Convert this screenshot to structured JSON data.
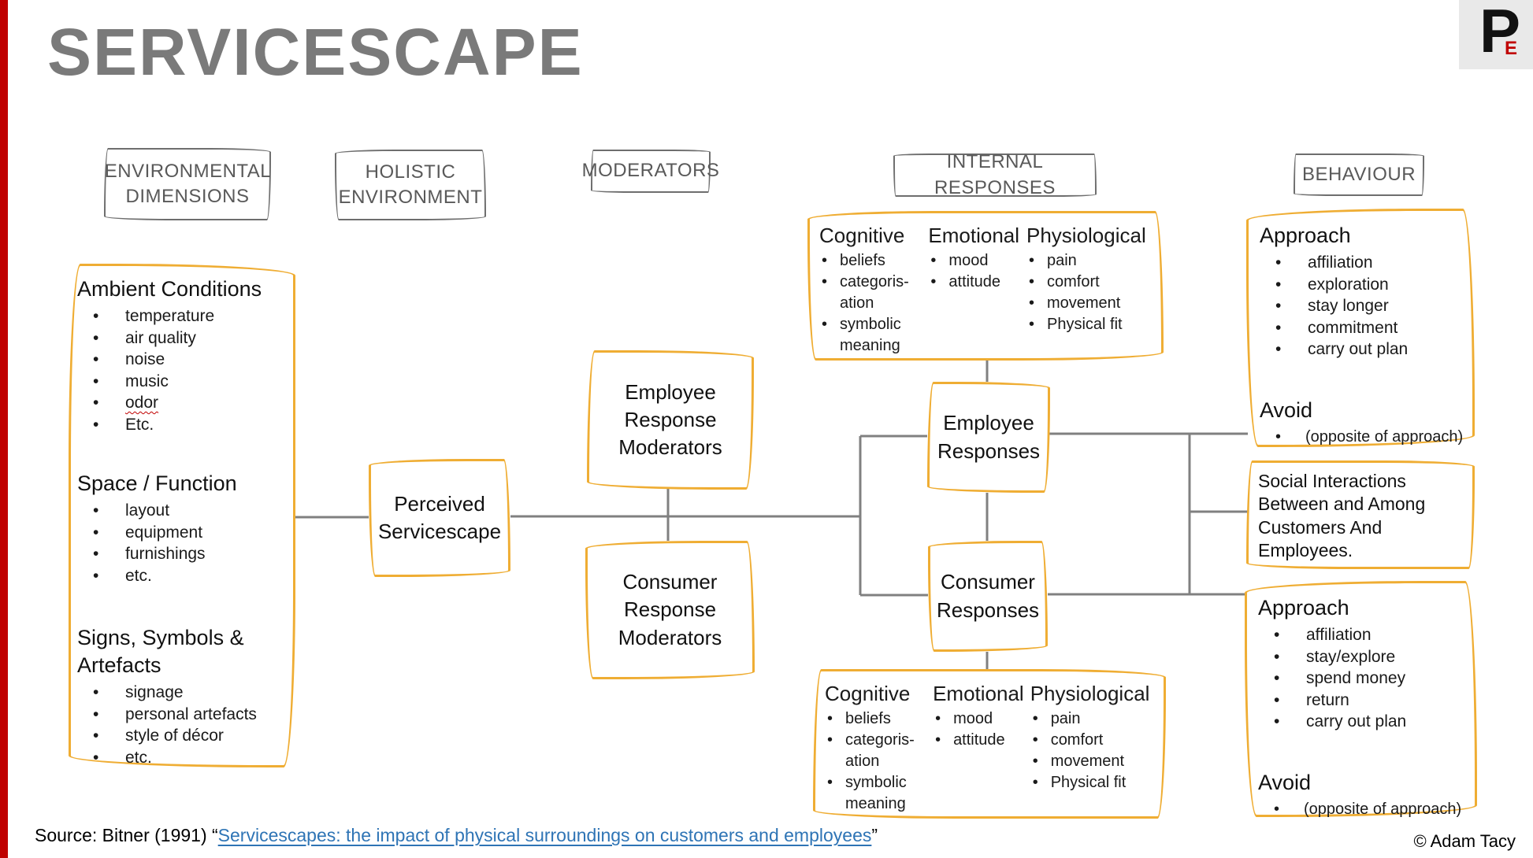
{
  "title": "SERVICESCAPE",
  "logo": {
    "p": "P",
    "e": "E"
  },
  "colors": {
    "accent_gold": "#EFAD33",
    "connector_gray": "#808080",
    "title_gray": "#7A7A7A",
    "red_accent": "#C00000",
    "link_blue": "#2E74B5"
  },
  "headers": {
    "environmental_dimensions": "ENVIRONMENTAL DIMENSIONS",
    "holistic_environment": "HOLISTIC ENVIRONMENT",
    "moderators": "MODERATORS",
    "internal_responses": "INTERNAL RESPONSES",
    "behaviour": "BEHAVIOUR"
  },
  "environmental_box": {
    "ambient": {
      "title": "Ambient Conditions",
      "items": [
        "temperature",
        "air quality",
        "noise",
        "music",
        "odor",
        "Etc."
      ]
    },
    "space": {
      "title": "Space / Function",
      "items": [
        "layout",
        "equipment",
        "furnishings",
        "etc."
      ]
    },
    "signs": {
      "title": "Signs, Symbols & Artefacts",
      "items": [
        "signage",
        "personal artefacts",
        "style of décor",
        "etc."
      ]
    }
  },
  "perceived_servicescape": {
    "label": "Perceived Servicescape"
  },
  "moderator_boxes": {
    "employee": "Employee Response Moderators",
    "consumer": "Consumer Response Moderators"
  },
  "internal_responses_top": {
    "cognitive": {
      "title": "Cognitive",
      "items": [
        "beliefs",
        "categoris-ation",
        "symbolic meaning"
      ]
    },
    "emotional": {
      "title": "Emotional",
      "items": [
        "mood",
        "attitude"
      ]
    },
    "physiological": {
      "title": "Physiological",
      "items": [
        "pain",
        "comfort",
        "movement",
        "Physical fit"
      ]
    }
  },
  "responses": {
    "employee": "Employee Responses",
    "consumer": "Consumer Responses"
  },
  "internal_responses_bottom": {
    "cognitive": {
      "title": "Cognitive",
      "items": [
        "beliefs",
        "categoris-ation",
        "symbolic meaning"
      ]
    },
    "emotional": {
      "title": "Emotional",
      "items": [
        "mood",
        "attitude"
      ]
    },
    "physiological": {
      "title": "Physiological",
      "items": [
        "pain",
        "comfort",
        "movement",
        "Physical fit"
      ]
    }
  },
  "behaviour_top": {
    "approach_title": "Approach",
    "approach_items": [
      "affiliation",
      "exploration",
      "stay longer",
      "commitment",
      "carry out plan"
    ],
    "avoid_title": "Avoid",
    "avoid_items": [
      "(opposite of approach)"
    ]
  },
  "social_interactions": {
    "text": "Social Interactions Between and Among Customers And Employees."
  },
  "behaviour_bottom": {
    "approach_title": "Approach",
    "approach_items": [
      "affiliation",
      "stay/explore",
      "spend money",
      "return",
      "carry out plan"
    ],
    "avoid_title": "Avoid",
    "avoid_items": [
      "(opposite of approach)"
    ]
  },
  "footer": {
    "source_prefix": "Source: Bitner (1991) “",
    "link_text": "Servicescapes: the impact of physical surroundings on customers and employees",
    "source_suffix": "”",
    "copyright": "© Adam Tacy"
  }
}
